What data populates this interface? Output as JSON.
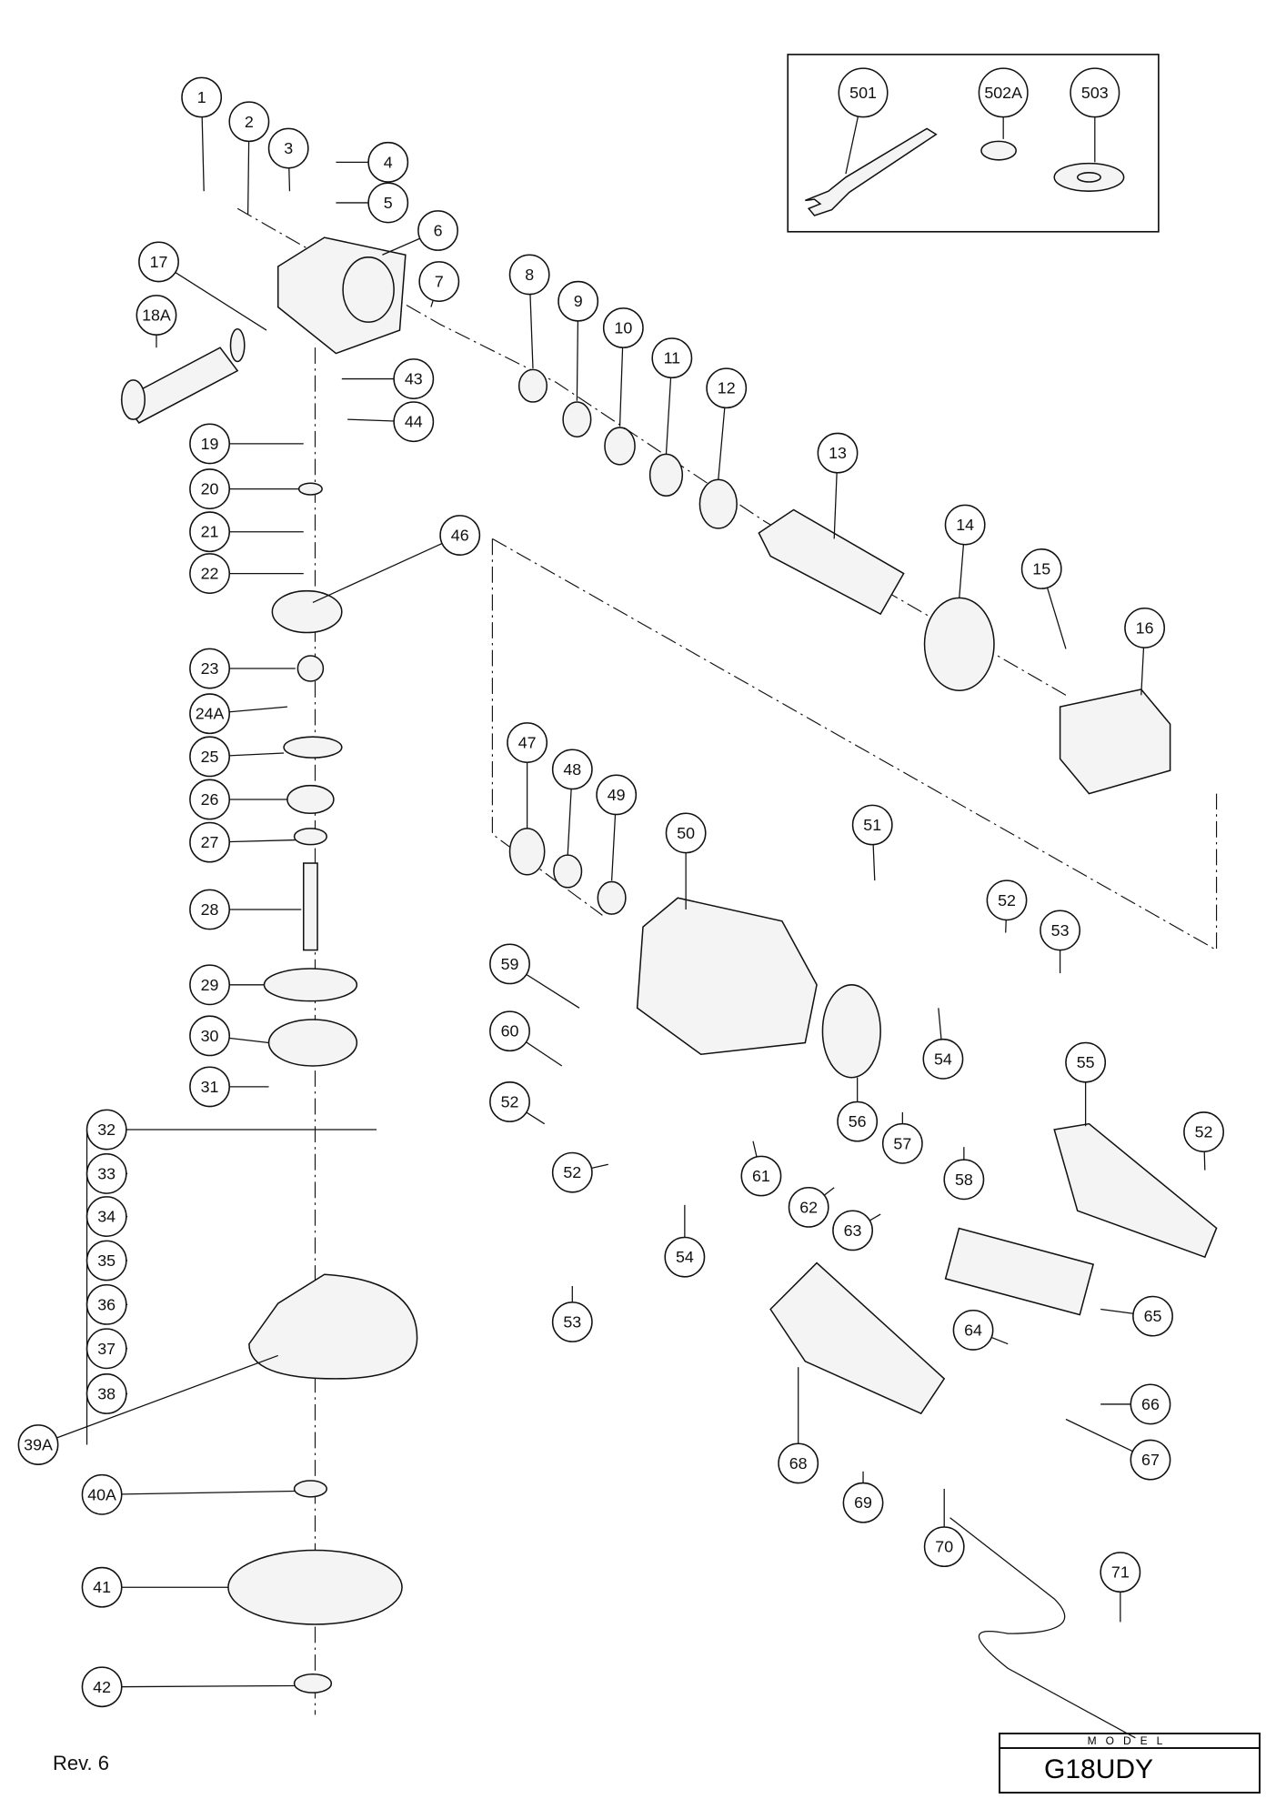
{
  "diagram": {
    "callouts": [
      "1",
      "2",
      "3",
      "4",
      "5",
      "6",
      "7",
      "17",
      "18A",
      "43",
      "44",
      "19",
      "20",
      "21",
      "22",
      "46",
      "23",
      "24A",
      "25",
      "26",
      "27",
      "28",
      "29",
      "30",
      "31",
      "32",
      "33",
      "34",
      "35",
      "36",
      "37",
      "38",
      "39A",
      "40A",
      "41",
      "42",
      "8",
      "9",
      "10",
      "11",
      "12",
      "13",
      "14",
      "15",
      "16",
      "47",
      "48",
      "49",
      "50",
      "51",
      "52",
      "53",
      "54",
      "55",
      "52",
      "56",
      "57",
      "58",
      "59",
      "60",
      "52",
      "52",
      "61",
      "54",
      "53",
      "62",
      "63",
      "65",
      "64",
      "66",
      "67",
      "68",
      "69",
      "70",
      "71"
    ],
    "accessories": [
      "501",
      "502A",
      "503"
    ]
  },
  "footer": {
    "revision": "Rev. 6",
    "model_label": "MODEL",
    "model_name": "G18UDY"
  }
}
